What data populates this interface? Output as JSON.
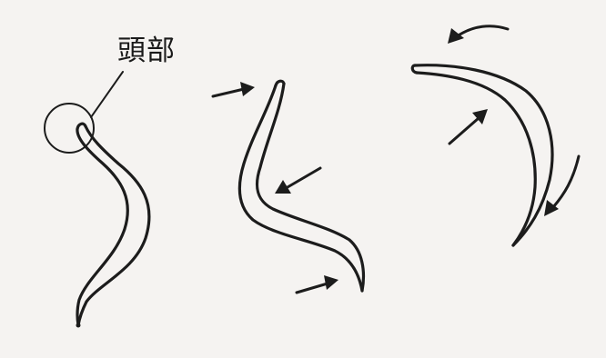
{
  "labels": {
    "head": "頭部"
  },
  "colors": {
    "paper": "#f5f3f1",
    "ink": "#1c1c1c"
  },
  "figures": [
    {
      "name": "worm-posture-1",
      "arrows": 0,
      "head_marked": true
    },
    {
      "name": "worm-posture-2",
      "arrows": 3
    },
    {
      "name": "worm-posture-3",
      "arrows": 3
    }
  ]
}
